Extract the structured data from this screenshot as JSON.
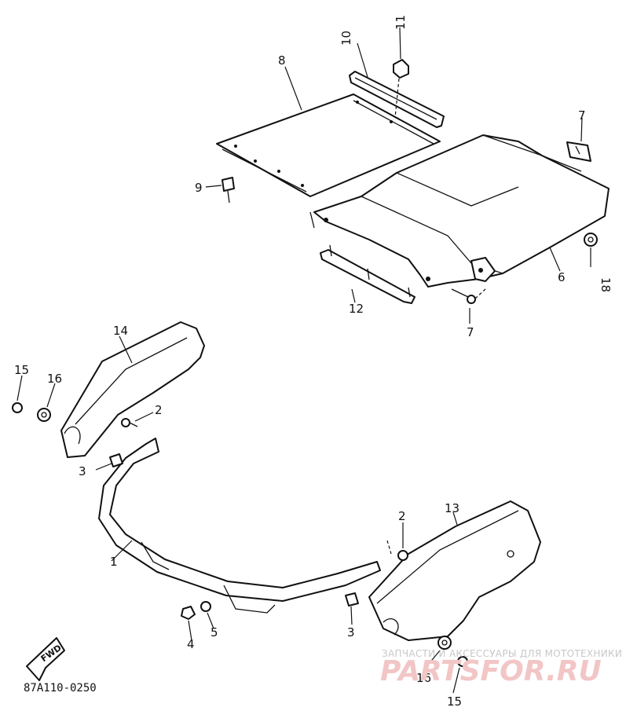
{
  "diagram": {
    "callouts": [
      "1",
      "2",
      "2",
      "3",
      "3",
      "4",
      "5",
      "6",
      "7",
      "7",
      "8",
      "9",
      "10",
      "11",
      "12",
      "13",
      "14",
      "15",
      "15",
      "16",
      "16",
      "18"
    ],
    "fwd_label": "FWD",
    "drawing_code": "87A110-0250"
  },
  "watermark": {
    "caption": "ЗАПЧАСТИ И АКСЕССУАРЫ ДЛЯ МОТОТЕХНИКИ",
    "logo": "PARTSFOR.RU"
  },
  "colors": {
    "line": "#111111",
    "watermark_text": "#c8c8c8",
    "watermark_logo": "#f2c6c6"
  }
}
